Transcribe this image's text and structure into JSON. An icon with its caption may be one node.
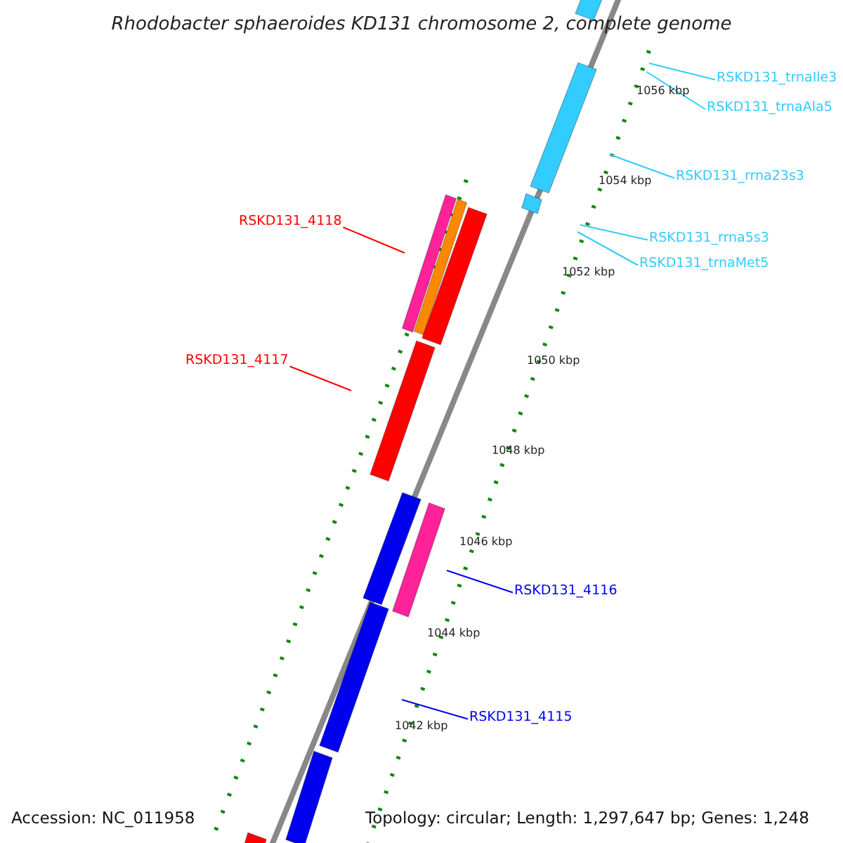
{
  "diagram": {
    "title": "Rhodobacter sphaeroides KD131 chromosome 2, complete genome",
    "nodes": [
      {
        "text": [
          "RSKD131_trnaIle3"
        ]
      },
      {
        "text": [
          "RSKD131_trnaAla5"
        ]
      },
      {
        "text": [
          "RSKD131_rrna23s3"
        ]
      },
      {
        "text": [
          "RSKD131_4118"
        ]
      },
      {
        "text": [
          "RSKD131_rrna5s3"
        ]
      },
      {
        "text": [
          "RSKD131_trnaMet5"
        ]
      },
      {
        "text": [
          "RSKD131_4117"
        ]
      },
      {
        "text": [
          "RSKD131_4116"
        ]
      },
      {
        "text": [
          "RSKD131_4115"
        ]
      },
      {
        "text": [],
        "shape": "bar"
      },
      {
        "text": [],
        "shape": "bar"
      },
      {
        "text": [],
        "shape": "bar"
      },
      {
        "text": [],
        "shape": "bar"
      },
      {
        "text": [],
        "shape": "bar"
      },
      {
        "text": [],
        "shape": "bar"
      },
      {
        "text": [],
        "shape": "bar"
      },
      {
        "text": [],
        "shape": "bar"
      },
      {
        "text": [],
        "shape": "bar"
      },
      {
        "text": [],
        "shape": "bar"
      },
      {
        "text": [],
        "shape": "bar"
      },
      {
        "text": [],
        "shape": "bar"
      }
    ],
    "edges": [
      {
        "from": 0,
        "to": null,
        "arrow": "none"
      },
      {
        "from": 1,
        "to": null,
        "arrow": "none"
      },
      {
        "from": 2,
        "to": null,
        "arrow": "none"
      },
      {
        "from": 3,
        "to": 12,
        "arrow": "none",
        "color": "#ff0000"
      },
      {
        "from": 4,
        "to": null,
        "arrow": "none"
      },
      {
        "from": 5,
        "to": null,
        "arrow": "none"
      },
      {
        "from": 6,
        "to": null,
        "arrow": "none",
        "color": "#ff0000"
      },
      {
        "from": 7,
        "to": 17,
        "arrow": "none",
        "color": "#0000ee"
      },
      {
        "from": 8,
        "to": null,
        "arrow": "none",
        "color": "#0000ee"
      }
    ],
    "labels": [
      "1056 kbp",
      "1054 kbp",
      "1052 kbp",
      "1050 kbp",
      "1048 kbp",
      "1046 kbp",
      "1044 kbp",
      "1042 kbp",
      "Accession: NC_011958",
      "Topology: circular; Length: 1,297,647 bp; Genes: 1,248"
    ]
  }
}
